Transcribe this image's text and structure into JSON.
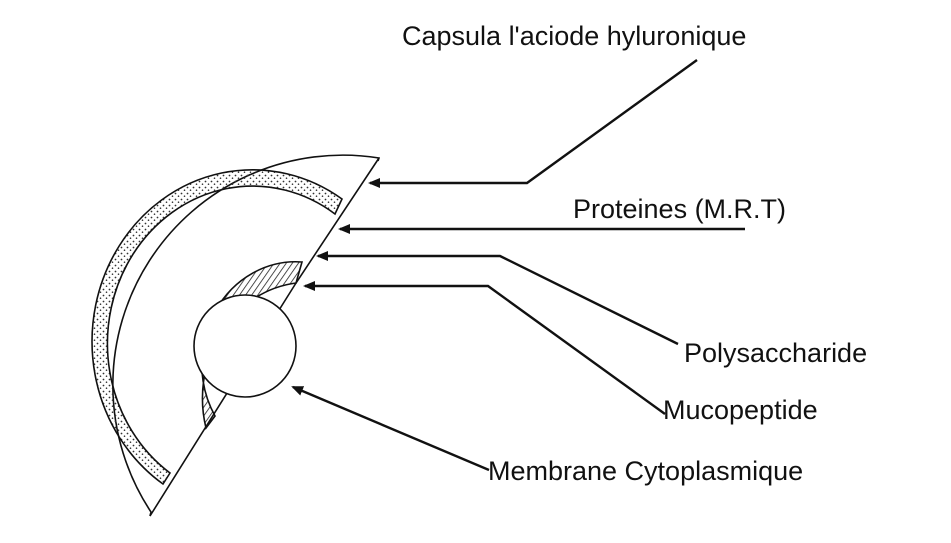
{
  "diagram": {
    "labels": {
      "capsule": "Capsula l'aciode hyluronique",
      "proteins": "Proteines (M.R.T)",
      "polysaccharide": "Polysaccharide",
      "mucopeptide": "Mucopeptide",
      "membrane": "Membrane Cytoplasmique"
    },
    "colors": {
      "ink": "#111111",
      "background": "#ffffff"
    }
  }
}
